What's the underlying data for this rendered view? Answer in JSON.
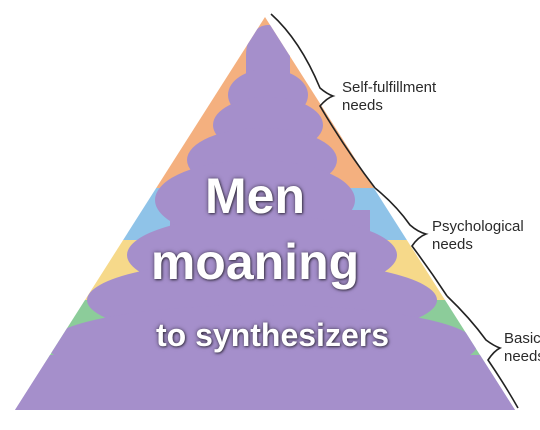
{
  "labels": {
    "top_line1": "Self-fulfillment",
    "top_line2": "needs",
    "mid_line1": "Psychological",
    "mid_line2": "needs",
    "bottom_line1": "Basic",
    "bottom_line2": "needs"
  },
  "caption": {
    "line1": "Men",
    "line2": "moaning",
    "line3": "to synthesizers"
  },
  "colors": {
    "orange": "#f4b07f",
    "blue": "#8fc3e8",
    "yellow": "#f6d98a",
    "green": "#8ccc9a",
    "purple_overlay": "#a58fcb",
    "bracket": "#222222"
  }
}
